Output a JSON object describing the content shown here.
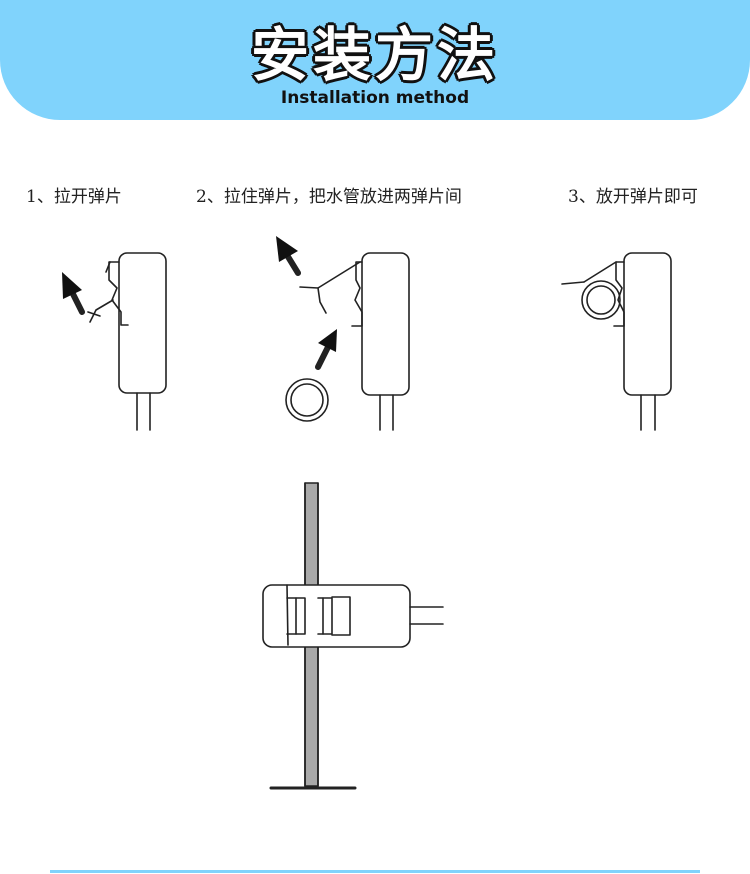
{
  "header": {
    "title": "安装方法",
    "subtitle": "Installation method"
  },
  "steps": [
    {
      "label": "1、拉开弹片"
    },
    {
      "label": "2、拉住弹片，把水管放进两弹片间"
    },
    {
      "label": "3、放开弹片即可"
    }
  ],
  "colors": {
    "banner": "#80d3fc",
    "ink": "#222222",
    "pipe_fill": "#a9a9a9"
  }
}
